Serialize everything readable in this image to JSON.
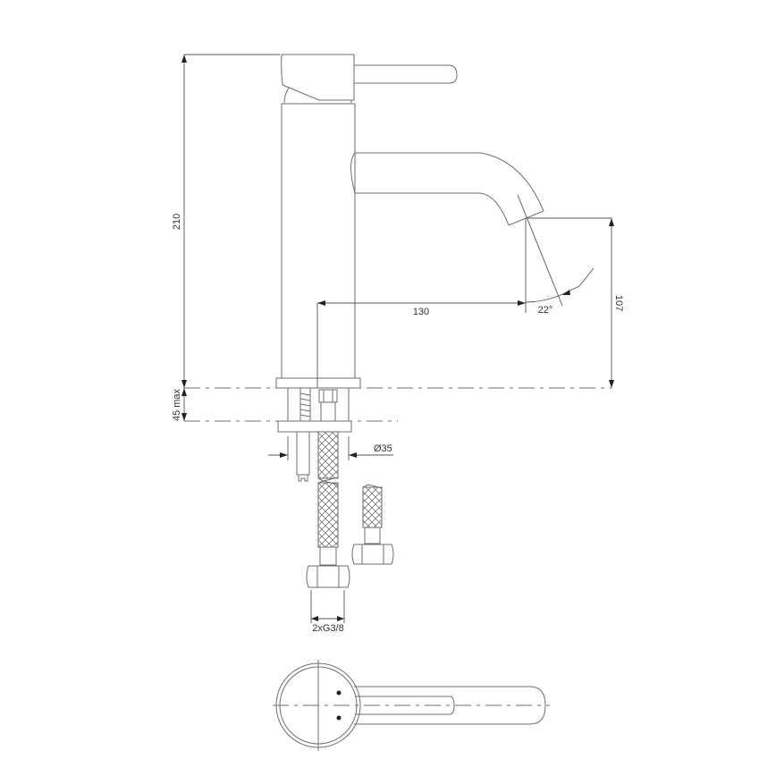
{
  "drawing": {
    "subject": "Single-lever basin mixer tap technical drawing",
    "views": [
      "side-elevation",
      "installation-detail",
      "supply-hoses",
      "top-view"
    ],
    "dimensions": {
      "total_height": "210",
      "spout_reach": "130",
      "spout_height": "107",
      "spout_angle": "22°",
      "deck_thickness": "45 max",
      "mounting_hole": "Ø35",
      "hose_connection": "2xG3/8"
    },
    "colors": {
      "line": "#6e6e6e",
      "dimension": "#555555",
      "text": "#333333",
      "background": "#ffffff"
    }
  }
}
